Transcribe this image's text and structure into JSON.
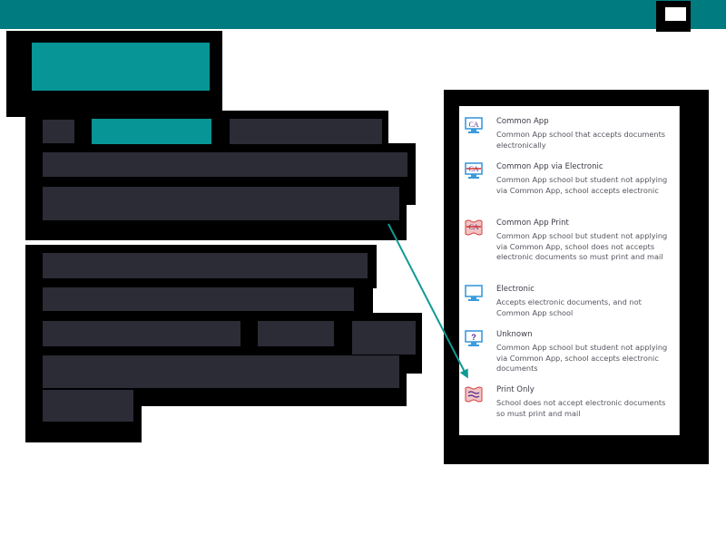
{
  "legend": {
    "items": [
      {
        "icon": "monitor-ca-icon",
        "title": "Common App",
        "description": "Common App school that accepts documents electronically"
      },
      {
        "icon": "monitor-ca-strike-icon",
        "title": "Common App via Electronic",
        "description": "Common App school but student not applying via Common App, school accepts electronic"
      },
      {
        "icon": "print-ca-strike-icon",
        "title": "Common App Print",
        "description": "Common App school but student not applying via Common App, school does not accepts electronic documents so must print and mail"
      },
      {
        "icon": "monitor-icon",
        "title": "Electronic",
        "description": "Accepts electronic documents, and not Common App school"
      },
      {
        "icon": "monitor-question-icon",
        "title": "Unknown",
        "description": "Common App school but student not applying via Common App, school accepts electronic documents"
      },
      {
        "icon": "print-icon",
        "title": "Print Only",
        "description": "School does not accept electronic documents so must print and mail"
      }
    ],
    "icon_labels": {
      "ca": "CA",
      "question": "?"
    }
  },
  "colors": {
    "topbar": "#007b7f",
    "teal_block": "#079595",
    "dark_block": "#2b2c36",
    "arrow": "#0e9a94",
    "icon_blue": "#3b9bdc",
    "icon_red": "#d23c3c",
    "icon_purple": "#4a2b8a"
  }
}
